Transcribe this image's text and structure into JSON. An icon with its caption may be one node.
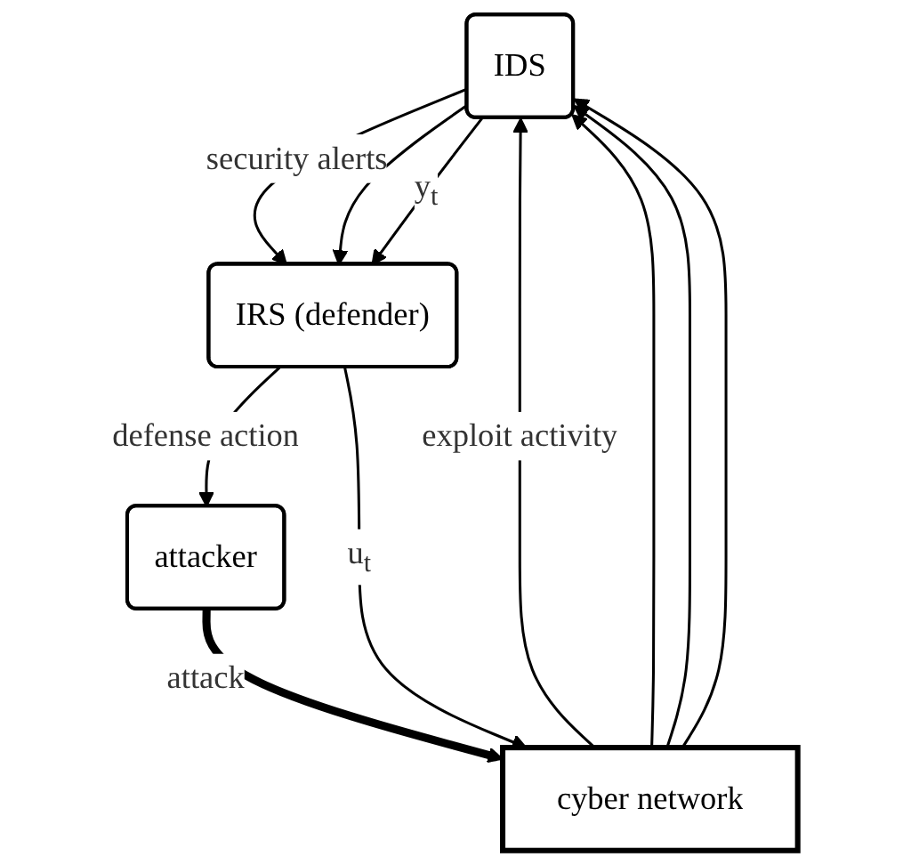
{
  "diagram": {
    "nodes": [
      {
        "text": [
          "IDS"
        ]
      },
      {
        "text": [
          "IRS (defender)"
        ]
      },
      {
        "text": [
          "cyber network"
        ]
      },
      {
        "text": [
          "attacker"
        ]
      }
    ],
    "edges": [
      {
        "from": 0,
        "to": 1,
        "arrow": "to",
        "label": "security alerts"
      },
      {
        "from": 0,
        "to": 1,
        "arrow": "to"
      },
      {
        "from": 0,
        "to": 1,
        "arrow": "to",
        "label": "y$_{t}$"
      },
      {
        "from": 2,
        "to": 0,
        "arrow": "to",
        "label": "exploit activity"
      },
      {
        "from": 2,
        "to": 0,
        "arrow": "to"
      },
      {
        "from": 2,
        "to": 0,
        "arrow": "to"
      },
      {
        "from": 2,
        "to": 0,
        "arrow": "to"
      },
      {
        "from": 3,
        "to": 2,
        "arrow": "to",
        "label": "attack",
        "style": "thick"
      },
      {
        "from": 1,
        "to": 2,
        "arrow": "to",
        "label": "u$_{t}$"
      },
      {
        "from": 1,
        "to": 3,
        "arrow": "to",
        "label": "defense action"
      }
    ]
  }
}
